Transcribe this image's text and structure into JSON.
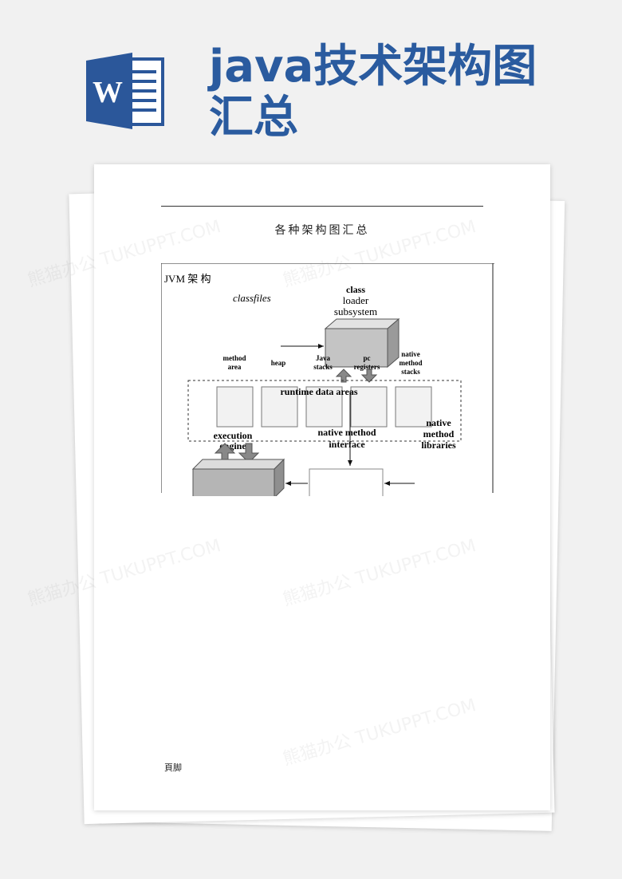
{
  "title": "java技术架构图汇总",
  "document": {
    "header": "各种架构图汇总",
    "footer": "頁脚"
  },
  "diagram": {
    "heading": "JVM  架  构",
    "classfiles": "classfiles",
    "loader_line1": "class",
    "loader_line2": "loader",
    "loader_line3": "subsystem",
    "method_area_line1": "method",
    "method_area_line2": "area",
    "heap": "heap",
    "java_stacks_line1": "Java",
    "java_stacks_line2": "stacks",
    "pc_registers_line1": "pc",
    "pc_registers_line2": "registers",
    "native_stacks_line1": "native",
    "native_stacks_line2": "method",
    "native_stacks_line3": "stacks",
    "runtime_data_areas": "runtime data areas",
    "execution_engine_line1": "execution",
    "execution_engine_line2": "engine",
    "native_interface_line1": "native method",
    "native_interface_line2": "interface",
    "native_libraries_line1": "native",
    "native_libraries_line2": "method",
    "native_libraries_line3": "libraries"
  },
  "watermark": "熊猫办公 TUKUPPT.COM"
}
